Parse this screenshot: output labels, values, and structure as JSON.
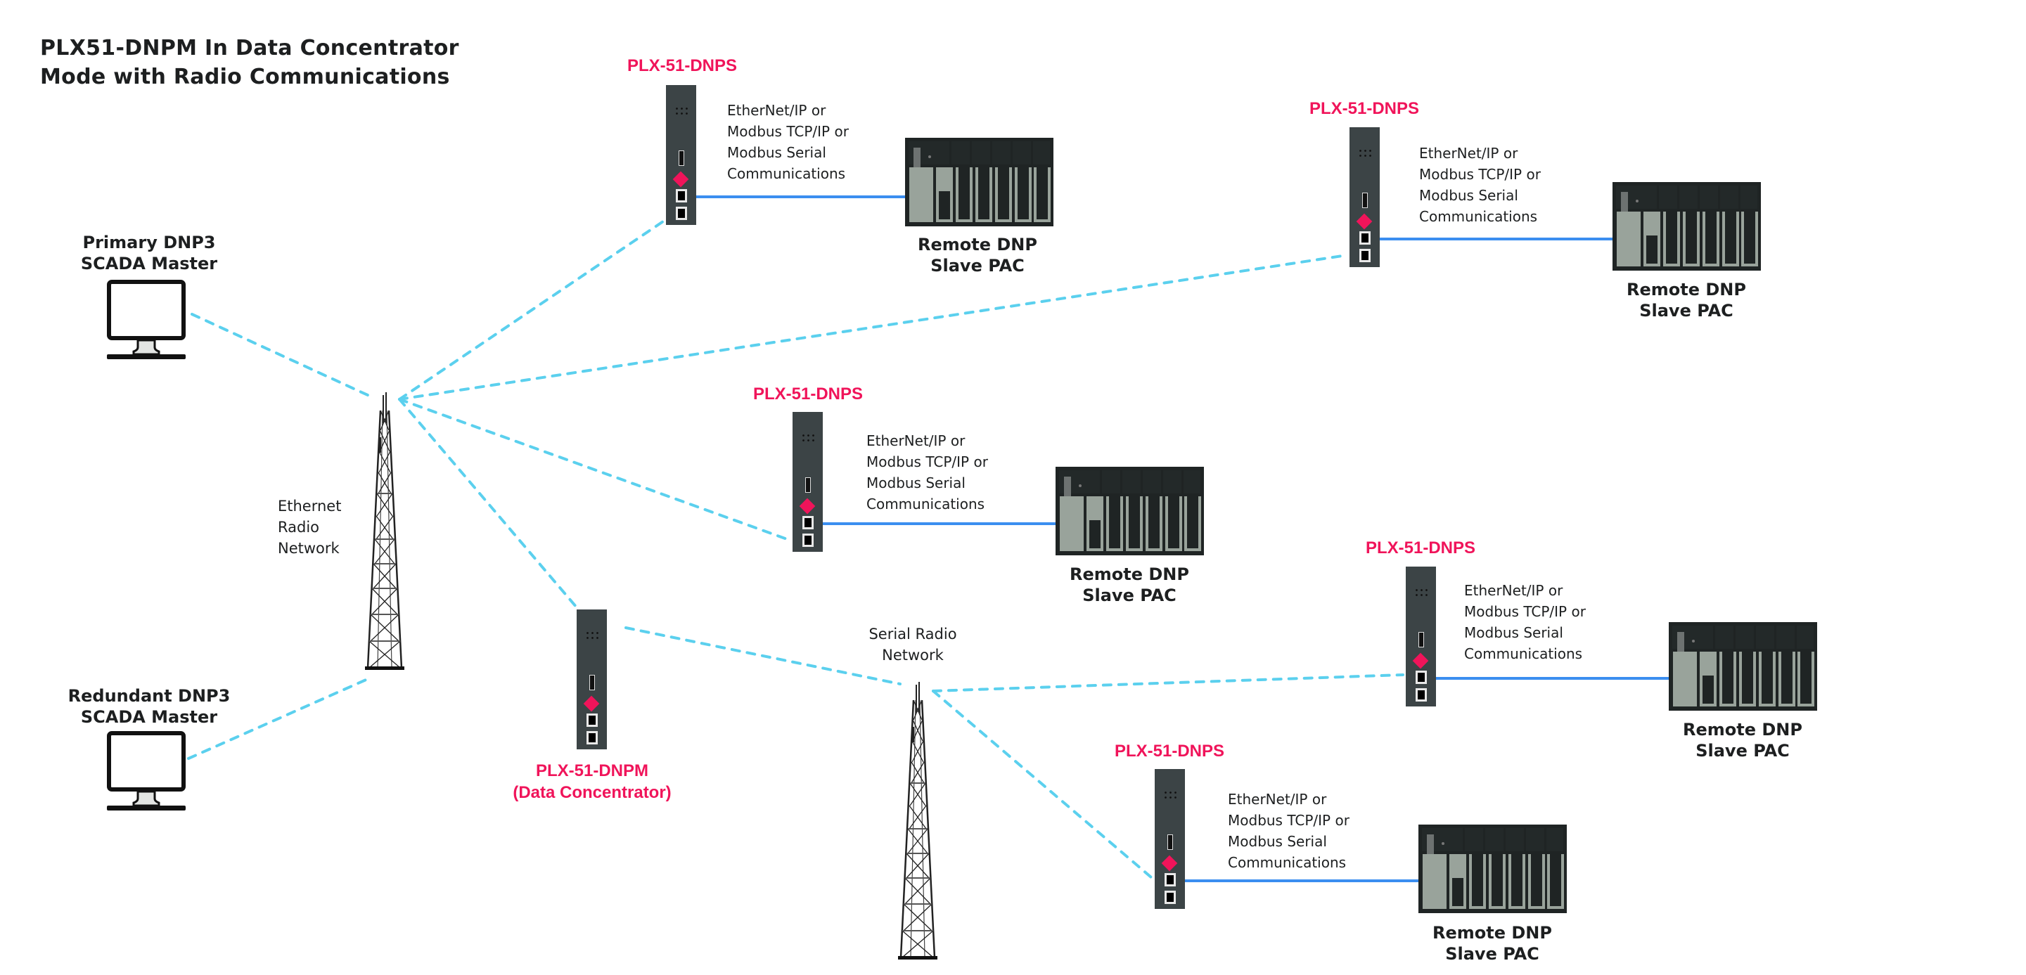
{
  "title": {
    "line1": "PLX51-DNPM In Data Concentrator",
    "line2": "Mode with Radio Communications"
  },
  "colors": {
    "accent_pink": "#f0145a",
    "radio_link": "#5bd0ee",
    "wired_link": "#3b8ef0",
    "device_body": "#3c4446",
    "pac_gray": "#99a39b",
    "pac_dark": "#1f2424",
    "text": "#1d1f20"
  },
  "masters": [
    {
      "id": "primary",
      "line1": "Primary DNP3",
      "line2": "SCADA Master",
      "icon": "monitor-icon"
    },
    {
      "id": "redundant",
      "line1": "Redundant DNP3",
      "line2": "SCADA Master",
      "icon": "monitor-icon"
    }
  ],
  "networks": {
    "ethernet": {
      "lines": [
        "Ethernet",
        "Radio",
        "Network"
      ],
      "icon": "radio-tower-icon"
    },
    "serial": {
      "lines": [
        "Serial Radio",
        "Network"
      ],
      "icon": "radio-tower-icon"
    }
  },
  "concentrator": {
    "label": "PLX-51-DNPM",
    "sublabel": "(Data Concentrator)",
    "icon": "gateway-module-icon"
  },
  "slave_sites": [
    {
      "gateway": "PLX-51-DNPS",
      "protocol_lines": [
        "EtherNet/IP or",
        "Modbus TCP/IP or",
        "Modbus Serial",
        "Communications"
      ],
      "pac_line1": "Remote DNP",
      "pac_line2": "Slave PAC",
      "network": "ethernet"
    },
    {
      "gateway": "PLX-51-DNPS",
      "protocol_lines": [
        "EtherNet/IP or",
        "Modbus TCP/IP or",
        "Modbus Serial",
        "Communications"
      ],
      "pac_line1": "Remote DNP",
      "pac_line2": "Slave PAC",
      "network": "ethernet"
    },
    {
      "gateway": "PLX-51-DNPS",
      "protocol_lines": [
        "EtherNet/IP or",
        "Modbus TCP/IP or",
        "Modbus Serial",
        "Communications"
      ],
      "pac_line1": "Remote DNP",
      "pac_line2": "Slave PAC",
      "network": "ethernet"
    },
    {
      "gateway": "PLX-51-DNPS",
      "protocol_lines": [
        "EtherNet/IP or",
        "Modbus TCP/IP or",
        "Modbus Serial",
        "Communications"
      ],
      "pac_line1": "Remote DNP",
      "pac_line2": "Slave PAC",
      "network": "serial"
    },
    {
      "gateway": "PLX-51-DNPS",
      "protocol_lines": [
        "EtherNet/IP or",
        "Modbus TCP/IP or",
        "Modbus Serial",
        "Communications"
      ],
      "pac_line1": "Remote DNP",
      "pac_line2": "Slave PAC",
      "network": "serial"
    }
  ]
}
